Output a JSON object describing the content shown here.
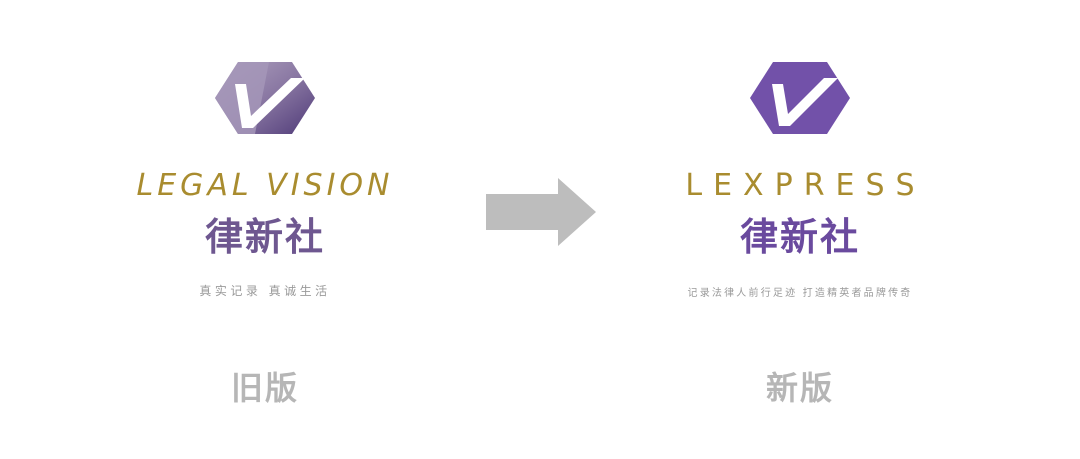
{
  "old_version": {
    "brand_en": "LEGAL VISION",
    "brand_cn": "律新社",
    "slogan": "真实记录  真诚生活",
    "label": "旧版",
    "logo_icon": "hexagon-v-icon",
    "colors": {
      "hexagon_light": "#a89ab8",
      "hexagon_dark": "#5b4582",
      "brand_en": "#a98c2f",
      "brand_cn": "#6e5790"
    }
  },
  "new_version": {
    "brand_en": "LEXPRESS",
    "brand_cn": "律新社",
    "slogan": "记录法律人前行足迹  打造精英者品牌传奇",
    "label": "新版",
    "logo_icon": "hexagon-v-icon",
    "colors": {
      "hexagon": "#7251a9",
      "brand_en": "#a98c2f",
      "brand_cn": "#6a4a9e"
    }
  },
  "arrow": {
    "icon": "arrow-right-icon",
    "color": "#bdbdbd"
  },
  "label_color": "#b6b6b6",
  "slogan_color": "#9a9a9a"
}
